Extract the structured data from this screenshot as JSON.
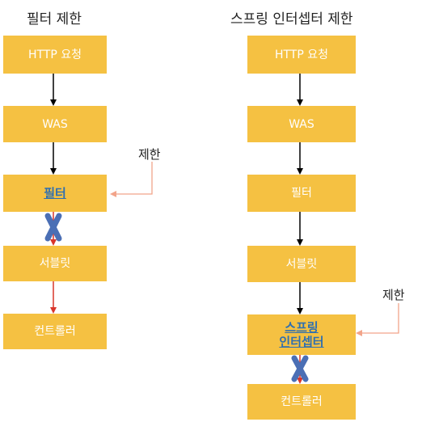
{
  "left": {
    "title": "필터 제한",
    "boxes": [
      "HTTP 요청",
      "WAS",
      "필터",
      "서블릿",
      "컨트롤러"
    ],
    "limit_label": "제한"
  },
  "right": {
    "title": "스프링 인터셉터 제한",
    "boxes": [
      "HTTP 요청",
      "WAS",
      "필터",
      "서블릿",
      "스프링",
      "인터셉터",
      "컨트롤러"
    ],
    "limit_label": "제한"
  },
  "colors": {
    "box": "#f5c142",
    "arrow_black": "#000000",
    "arrow_red": "#d9352b",
    "cross": "#4b6fb5",
    "callout": "#f2a48a",
    "highlight_text": "#2f6fb0"
  }
}
